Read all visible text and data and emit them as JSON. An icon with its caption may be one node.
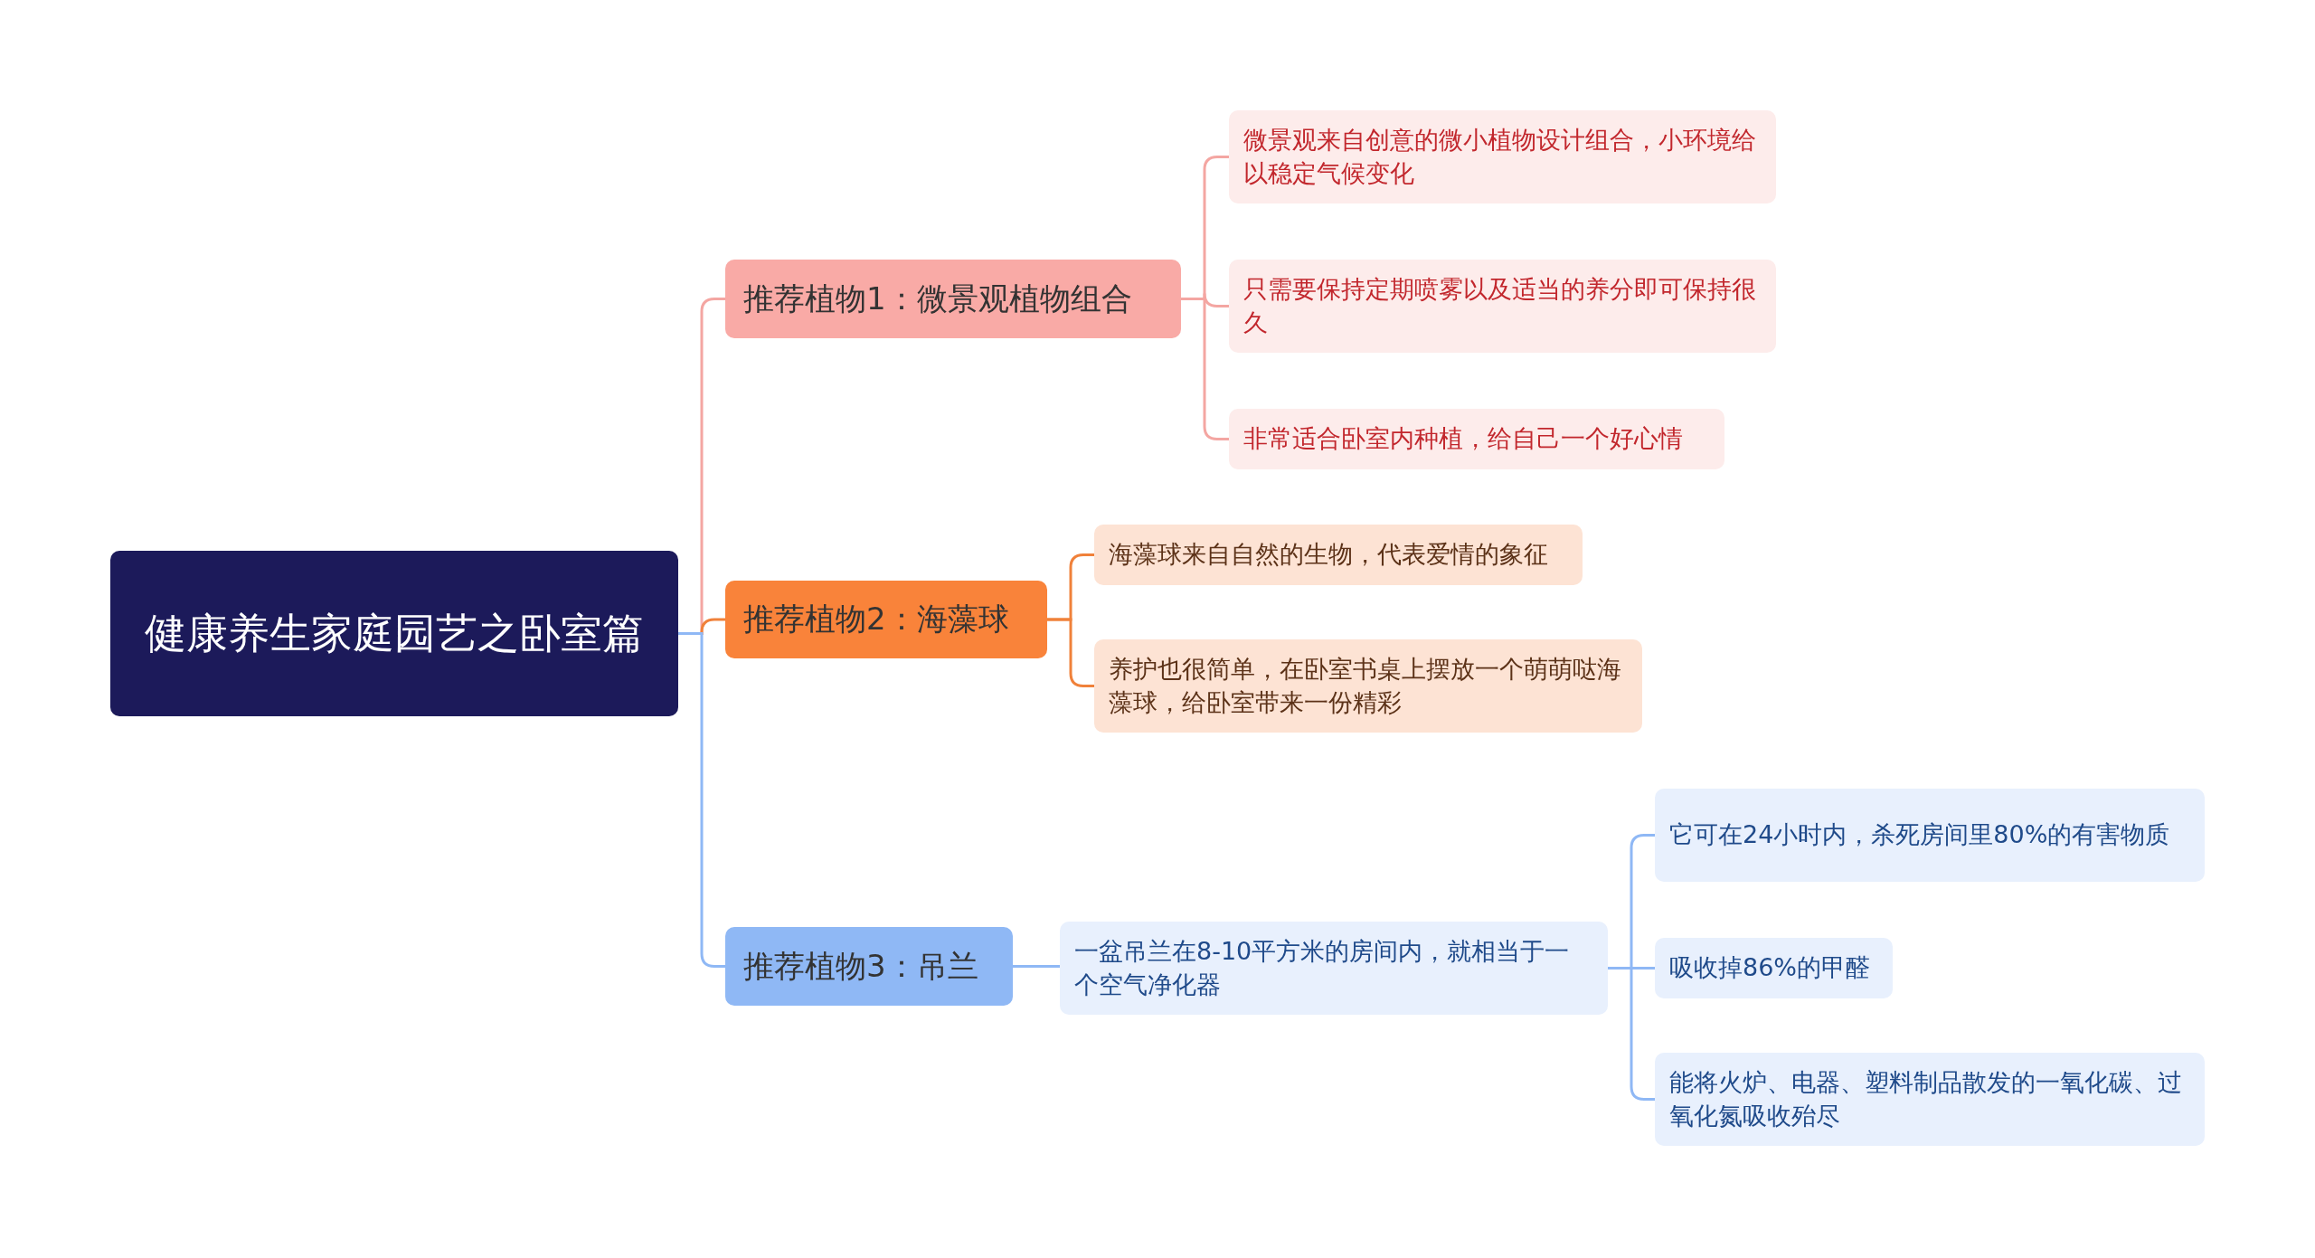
{
  "diagram": {
    "nodes": [
      {
        "text": [
          "健康养生家庭园艺之卧室篇"
        ]
      },
      {
        "text": [
          "推荐植物1：微景观植物组合"
        ]
      },
      {
        "text": [
          "推荐植物2：海藻球"
        ]
      },
      {
        "text": [
          "推荐植物3：吊兰"
        ]
      },
      {
        "text": [
          "微景观来自创意的微小植物设计组合，小环境给以稳定气候变化"
        ]
      },
      {
        "text": [
          "只需要保持定期喷雾以及适当的养分即可保持很久"
        ]
      },
      {
        "text": [
          "非常适合卧室内种植，给自己一个好心情"
        ]
      },
      {
        "text": [
          "海藻球来自自然的生物，代表爱情的象征"
        ]
      },
      {
        "text": [
          "养护也很简单，在卧室书桌上摆放一个萌萌哒海藻球，给卧室带来一份精彩"
        ]
      },
      {
        "text": [
          "一盆吊兰在8-10平方米的房间内，就相当于一个空气净化器"
        ]
      },
      {
        "text": [
          "它可在24小时内，杀死房间里80%的有害物质"
        ]
      },
      {
        "text": [
          "吸收掉86%的甲醛"
        ]
      },
      {
        "text": [
          "能将火炉、电器、塑料制品散发的一氧化碳、过氧化氮吸收殆尽"
        ]
      }
    ],
    "edges": [
      {
        "from": 0,
        "to": 1,
        "arrow": "none",
        "color": "#f4a6a2"
      },
      {
        "from": 0,
        "to": 2,
        "arrow": "none",
        "color": "#f0813a"
      },
      {
        "from": 0,
        "to": 3,
        "arrow": "none",
        "color": "#8fb8f5"
      },
      {
        "from": 1,
        "to": 4,
        "arrow": "none",
        "color": "#f4a6a2"
      },
      {
        "from": 1,
        "to": 5,
        "arrow": "none",
        "color": "#f4a6a2"
      },
      {
        "from": 1,
        "to": 6,
        "arrow": "none",
        "color": "#f4a6a2"
      },
      {
        "from": 2,
        "to": 7,
        "arrow": "none",
        "color": "#f0813a"
      },
      {
        "from": 2,
        "to": 8,
        "arrow": "none",
        "color": "#f0813a"
      },
      {
        "from": 3,
        "to": 9,
        "arrow": "none",
        "color": "#8fb8f5"
      },
      {
        "from": 9,
        "to": 10,
        "arrow": "none",
        "color": "#8fb8f5"
      },
      {
        "from": 9,
        "to": 11,
        "arrow": "none",
        "color": "#8fb8f5"
      },
      {
        "from": 9,
        "to": 12,
        "arrow": "none",
        "color": "#8fb8f5"
      }
    ]
  }
}
